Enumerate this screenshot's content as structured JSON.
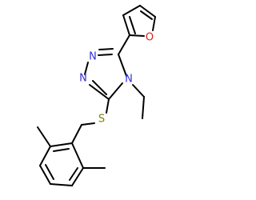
{
  "structure": {
    "atoms": {
      "n_upper": {
        "symbol": "N"
      },
      "n_lower": {
        "symbol": "N"
      },
      "n_ring4": {
        "symbol": "N"
      },
      "o_furan": {
        "symbol": "O"
      },
      "s_thio": {
        "symbol": "S"
      }
    },
    "colors": {
      "nitrogen": "#3030e0",
      "oxygen": "#e02020",
      "sulfur": "#808000",
      "bond": "#000000"
    }
  }
}
